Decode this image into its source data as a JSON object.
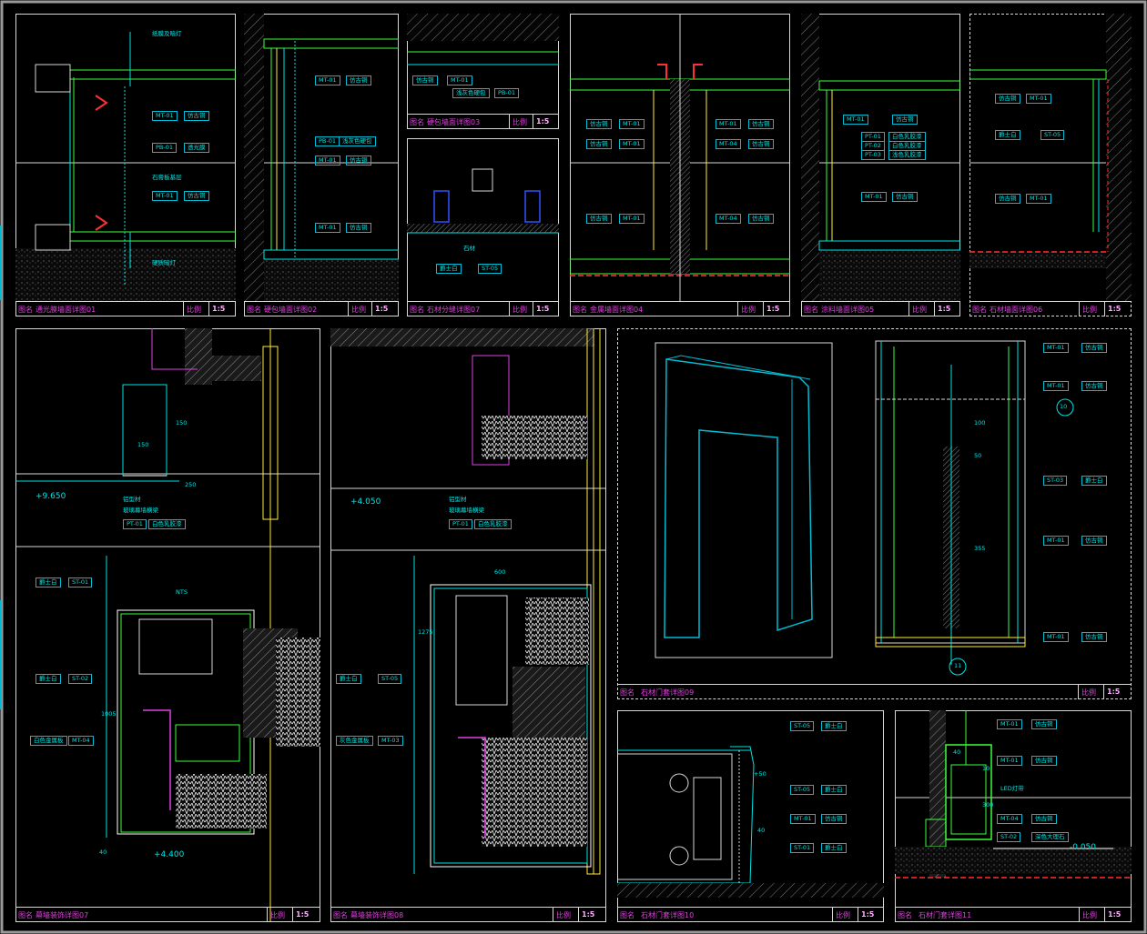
{
  "panels": [
    {
      "id": "p01",
      "title": "通光膜墙面详图01",
      "scale": "1:5"
    },
    {
      "id": "p02",
      "title": "硬包墙面详图02",
      "scale": "1:5"
    },
    {
      "id": "p03",
      "title": "硬包墙面详图03",
      "scale": "1:5"
    },
    {
      "id": "p04",
      "title": "金属墙面详图04",
      "scale": "1:5"
    },
    {
      "id": "p05",
      "title": "涂料墙面详图05",
      "scale": "1:5"
    },
    {
      "id": "p06",
      "title": "石材墙面详图06",
      "scale": "1:5"
    },
    {
      "id": "p07s",
      "title": "石材分缝详图07",
      "scale": "1:5"
    },
    {
      "id": "p07",
      "title": "幕墙装饰详图07",
      "scale": "1:5"
    },
    {
      "id": "p08",
      "title": "幕墙装饰详图08",
      "scale": "1:5"
    },
    {
      "id": "p09",
      "title": "石材门套详图09",
      "scale": "1:5"
    },
    {
      "id": "p10",
      "title": "石材门套详图10",
      "scale": "1:5"
    },
    {
      "id": "p11",
      "title": "石材门套详图11",
      "scale": "1:5"
    }
  ],
  "labels": {
    "name": "图名",
    "scale": "比例"
  },
  "annotations": {
    "p01": [
      "纸膜及暗灯",
      "MT-01",
      "仿古铜",
      "PB-01",
      "透光膜",
      "石膏板基层",
      "MT-01",
      "仿古铜",
      "硬质暗灯"
    ],
    "p02": [
      "MT-01",
      "仿古铜",
      "PB-01",
      "浅灰色硬包",
      "MT-01",
      "仿古铜",
      "MT-01",
      "仿古铜"
    ],
    "p03": [
      "仿古铜",
      "MT-01",
      "浅灰色硬包",
      "PB-01"
    ],
    "p04": [
      "仿古铜",
      "MT-01",
      "MT-01",
      "仿古铜",
      "仿古铜",
      "MT-01",
      "MT-04",
      "仿古铜",
      "仿古铜",
      "MT-01",
      "MT-04",
      "仿古铜"
    ],
    "p05": [
      "MT-01",
      "仿古铜",
      "PT-01",
      "白色乳胶漆",
      "PT-02",
      "白色乳胶漆",
      "PT-03",
      "浅色乳胶漆",
      "MT-01",
      "仿古铜"
    ],
    "p06": [
      "仿古铜",
      "MT-01",
      "爵士白",
      "ST-05",
      "仿古铜",
      "MT-01"
    ],
    "p07s": [
      "石材",
      "爵士白",
      "ST-05"
    ],
    "p07": [
      "+9.650",
      "铝型材",
      "玻璃幕墙横梁",
      "PT-01",
      "白色乳胶漆",
      "爵士白",
      "ST-01",
      "爵士白",
      "ST-02",
      "白色金属板",
      "MT-04",
      "+4.400",
      "40",
      "150",
      "250",
      "150",
      "1005",
      "NTS"
    ],
    "p08": [
      "+4.050",
      "铝型材",
      "玻璃幕墙横梁",
      "PT-01",
      "白色乳胶漆",
      "爵士白",
      "ST-05",
      "灰色金属板",
      "MT-03",
      "1275",
      "600"
    ],
    "p09": [
      "MT-01",
      "仿古铜",
      "MT-01",
      "仿古铜",
      "ST-03",
      "爵士白",
      "MT-01",
      "仿古铜",
      "MT-01",
      "仿古铜",
      "100",
      "50",
      "355",
      "10",
      "11"
    ],
    "p10": [
      "ST-05",
      "爵士白",
      "ST-05",
      "爵士白",
      "MT-01",
      "仿古铜",
      "ST-01",
      "爵士白",
      "+50",
      "40"
    ],
    "p11": [
      "MT-01",
      "仿古铜",
      "MT-01",
      "仿古铜",
      "LED灯带",
      "MT-04",
      "仿古铜",
      "ST-02",
      "深色大理石",
      "-0.050",
      "40",
      "10",
      "300"
    ]
  }
}
